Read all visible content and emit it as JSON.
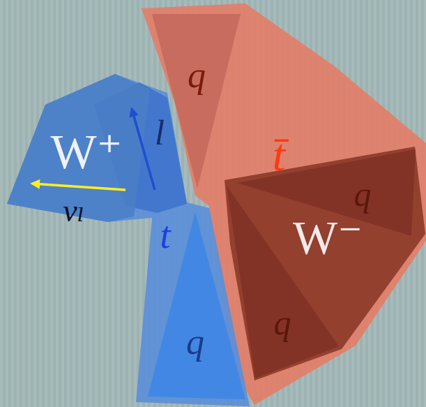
{
  "diagram": {
    "nodes": [
      {
        "text": [
          "t̄"
        ]
      },
      {
        "text": [
          "q"
        ],
        "in": 0
      },
      {
        "text": [
          "W⁻"
        ],
        "in": 0
      },
      {
        "text": [
          "q"
        ],
        "in": 2
      },
      {
        "text": [
          "q"
        ],
        "in": 2
      },
      {
        "text": [
          "t"
        ]
      },
      {
        "text": [
          "W⁺"
        ],
        "in": 5
      },
      {
        "text": [
          "q"
        ],
        "in": 5
      }
    ],
    "labels": [
      "l",
      "νₗ"
    ]
  }
}
